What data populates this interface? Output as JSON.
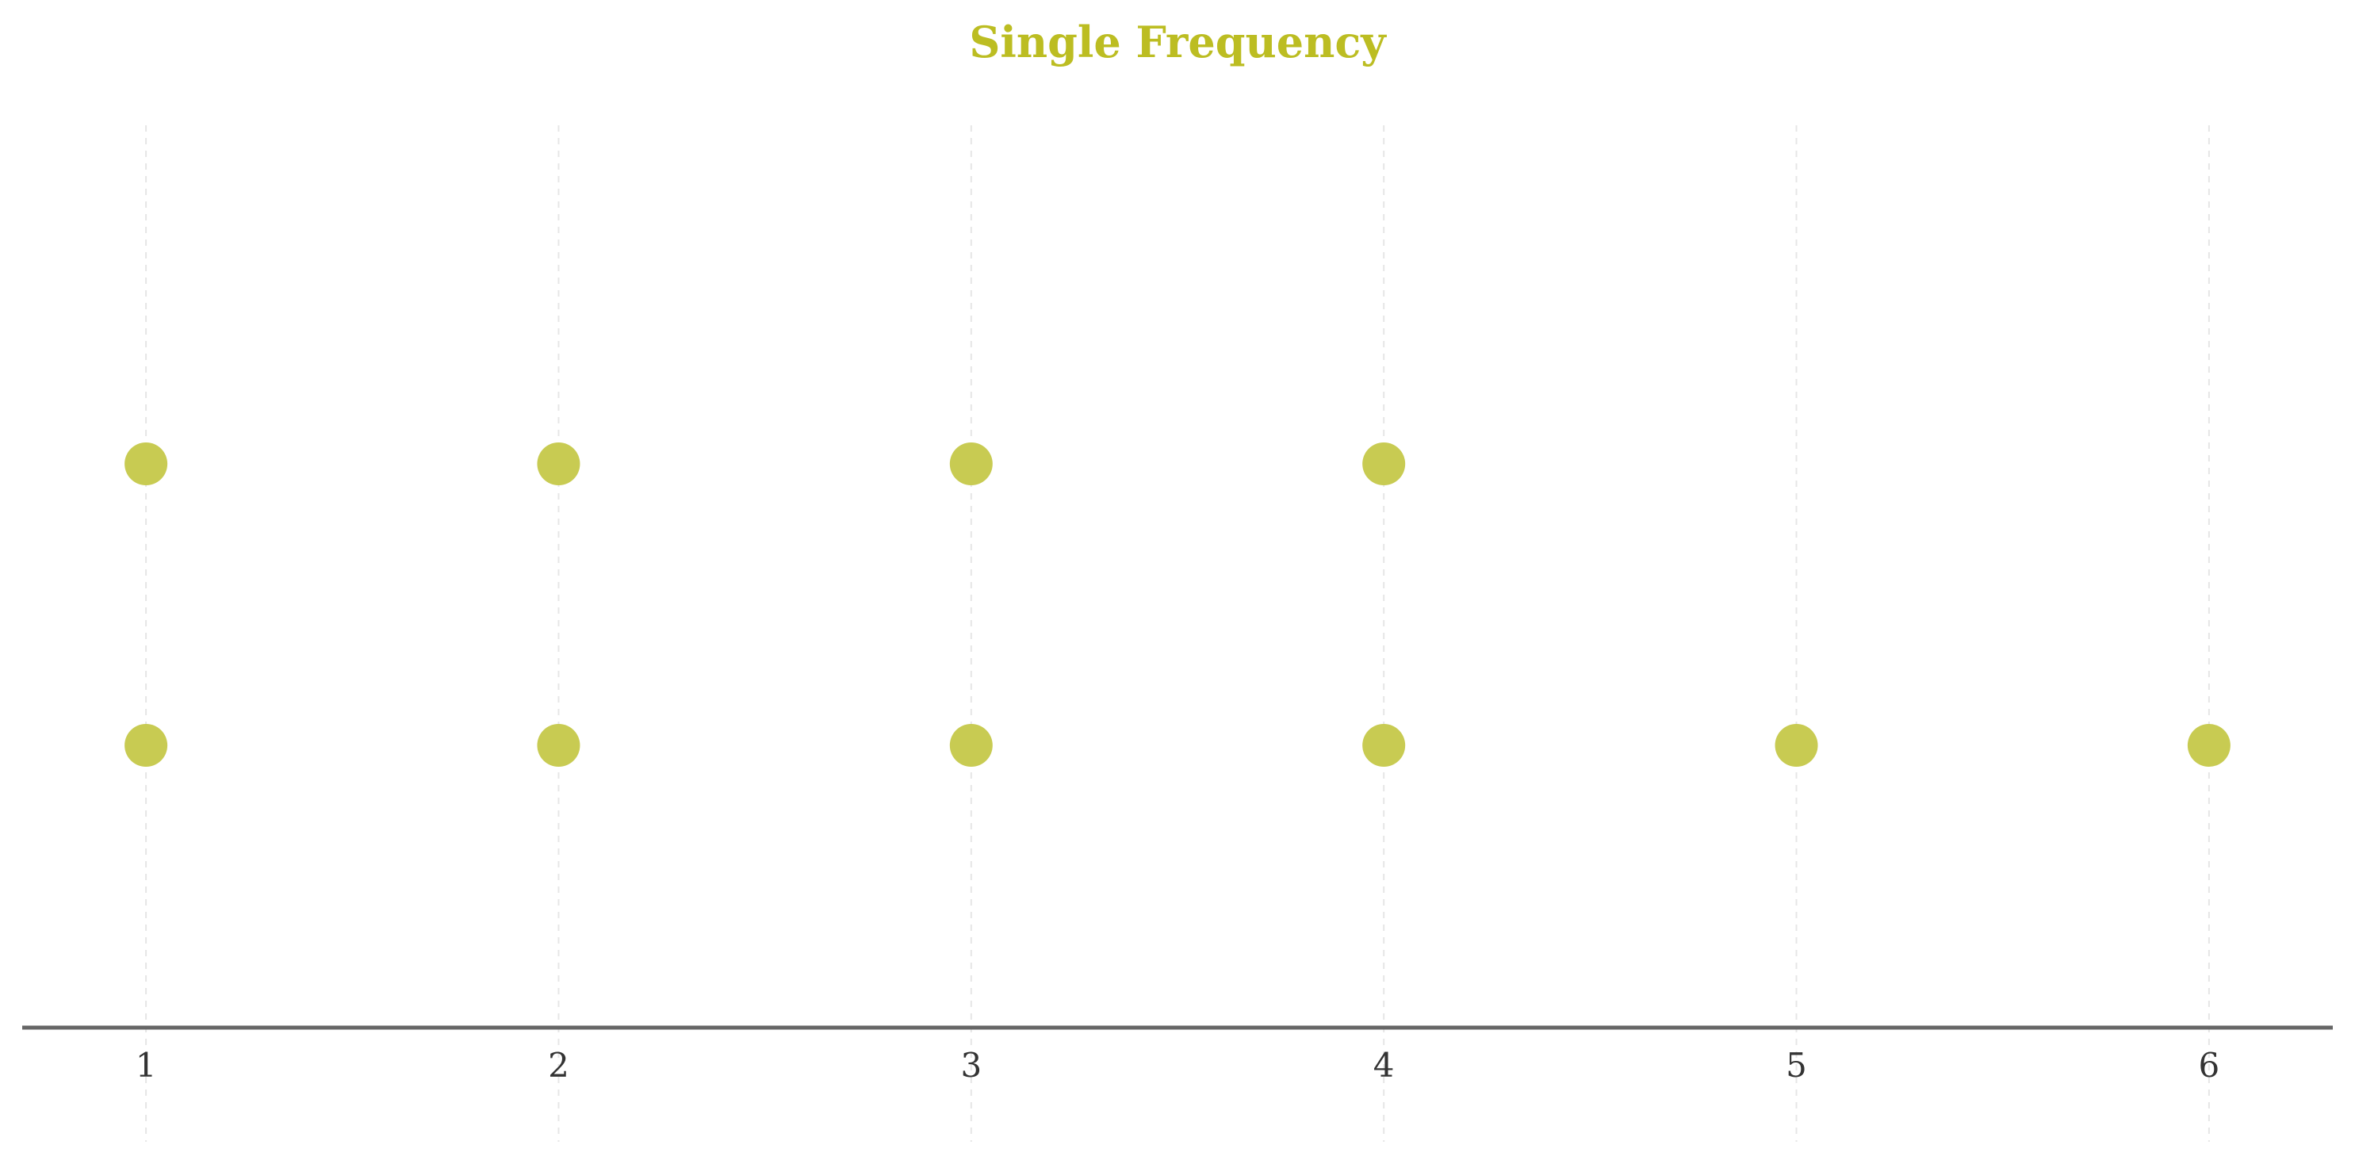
{
  "chart_data": {
    "type": "dot",
    "title": "Single Frequency",
    "xlabel": "",
    "ylabel": "",
    "x_ticks": [
      1,
      2,
      3,
      4,
      5,
      6
    ],
    "xlim": [
      0.7,
      6.3
    ],
    "grid": true,
    "points": [
      {
        "x": 1,
        "y": 1
      },
      {
        "x": 1,
        "y": 2
      },
      {
        "x": 2,
        "y": 1
      },
      {
        "x": 2,
        "y": 2
      },
      {
        "x": 3,
        "y": 1
      },
      {
        "x": 3,
        "y": 2
      },
      {
        "x": 4,
        "y": 1
      },
      {
        "x": 4,
        "y": 2
      },
      {
        "x": 5,
        "y": 1
      },
      {
        "x": 6,
        "y": 1
      }
    ],
    "colors": {
      "title": "#bcbd22",
      "marker": "#c8cb52",
      "axis": "#666666",
      "grid": "#e6e6e6"
    }
  }
}
